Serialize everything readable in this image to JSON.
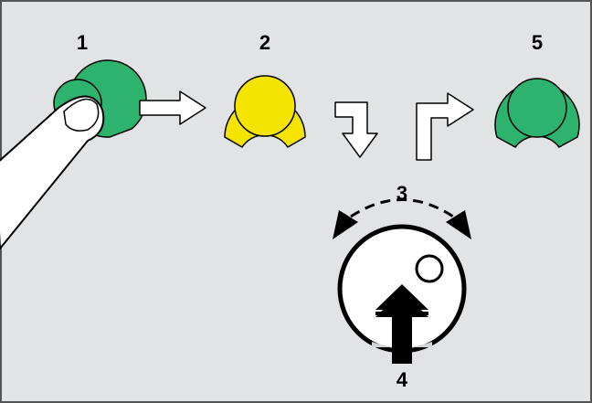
{
  "diagram": {
    "steps": [
      {
        "number": "1",
        "button_color": "#2db36d"
      },
      {
        "number": "2",
        "button_color": "#f4e400"
      },
      {
        "number": "3"
      },
      {
        "number": "4"
      },
      {
        "number": "5",
        "button_color": "#2db36d"
      }
    ],
    "colors": {
      "panel_background": "#e2e3e4",
      "panel_border": "#555555",
      "outline": "#000000",
      "arrow_fill": "#ffffff",
      "knob_fill": "#ffffff"
    }
  }
}
